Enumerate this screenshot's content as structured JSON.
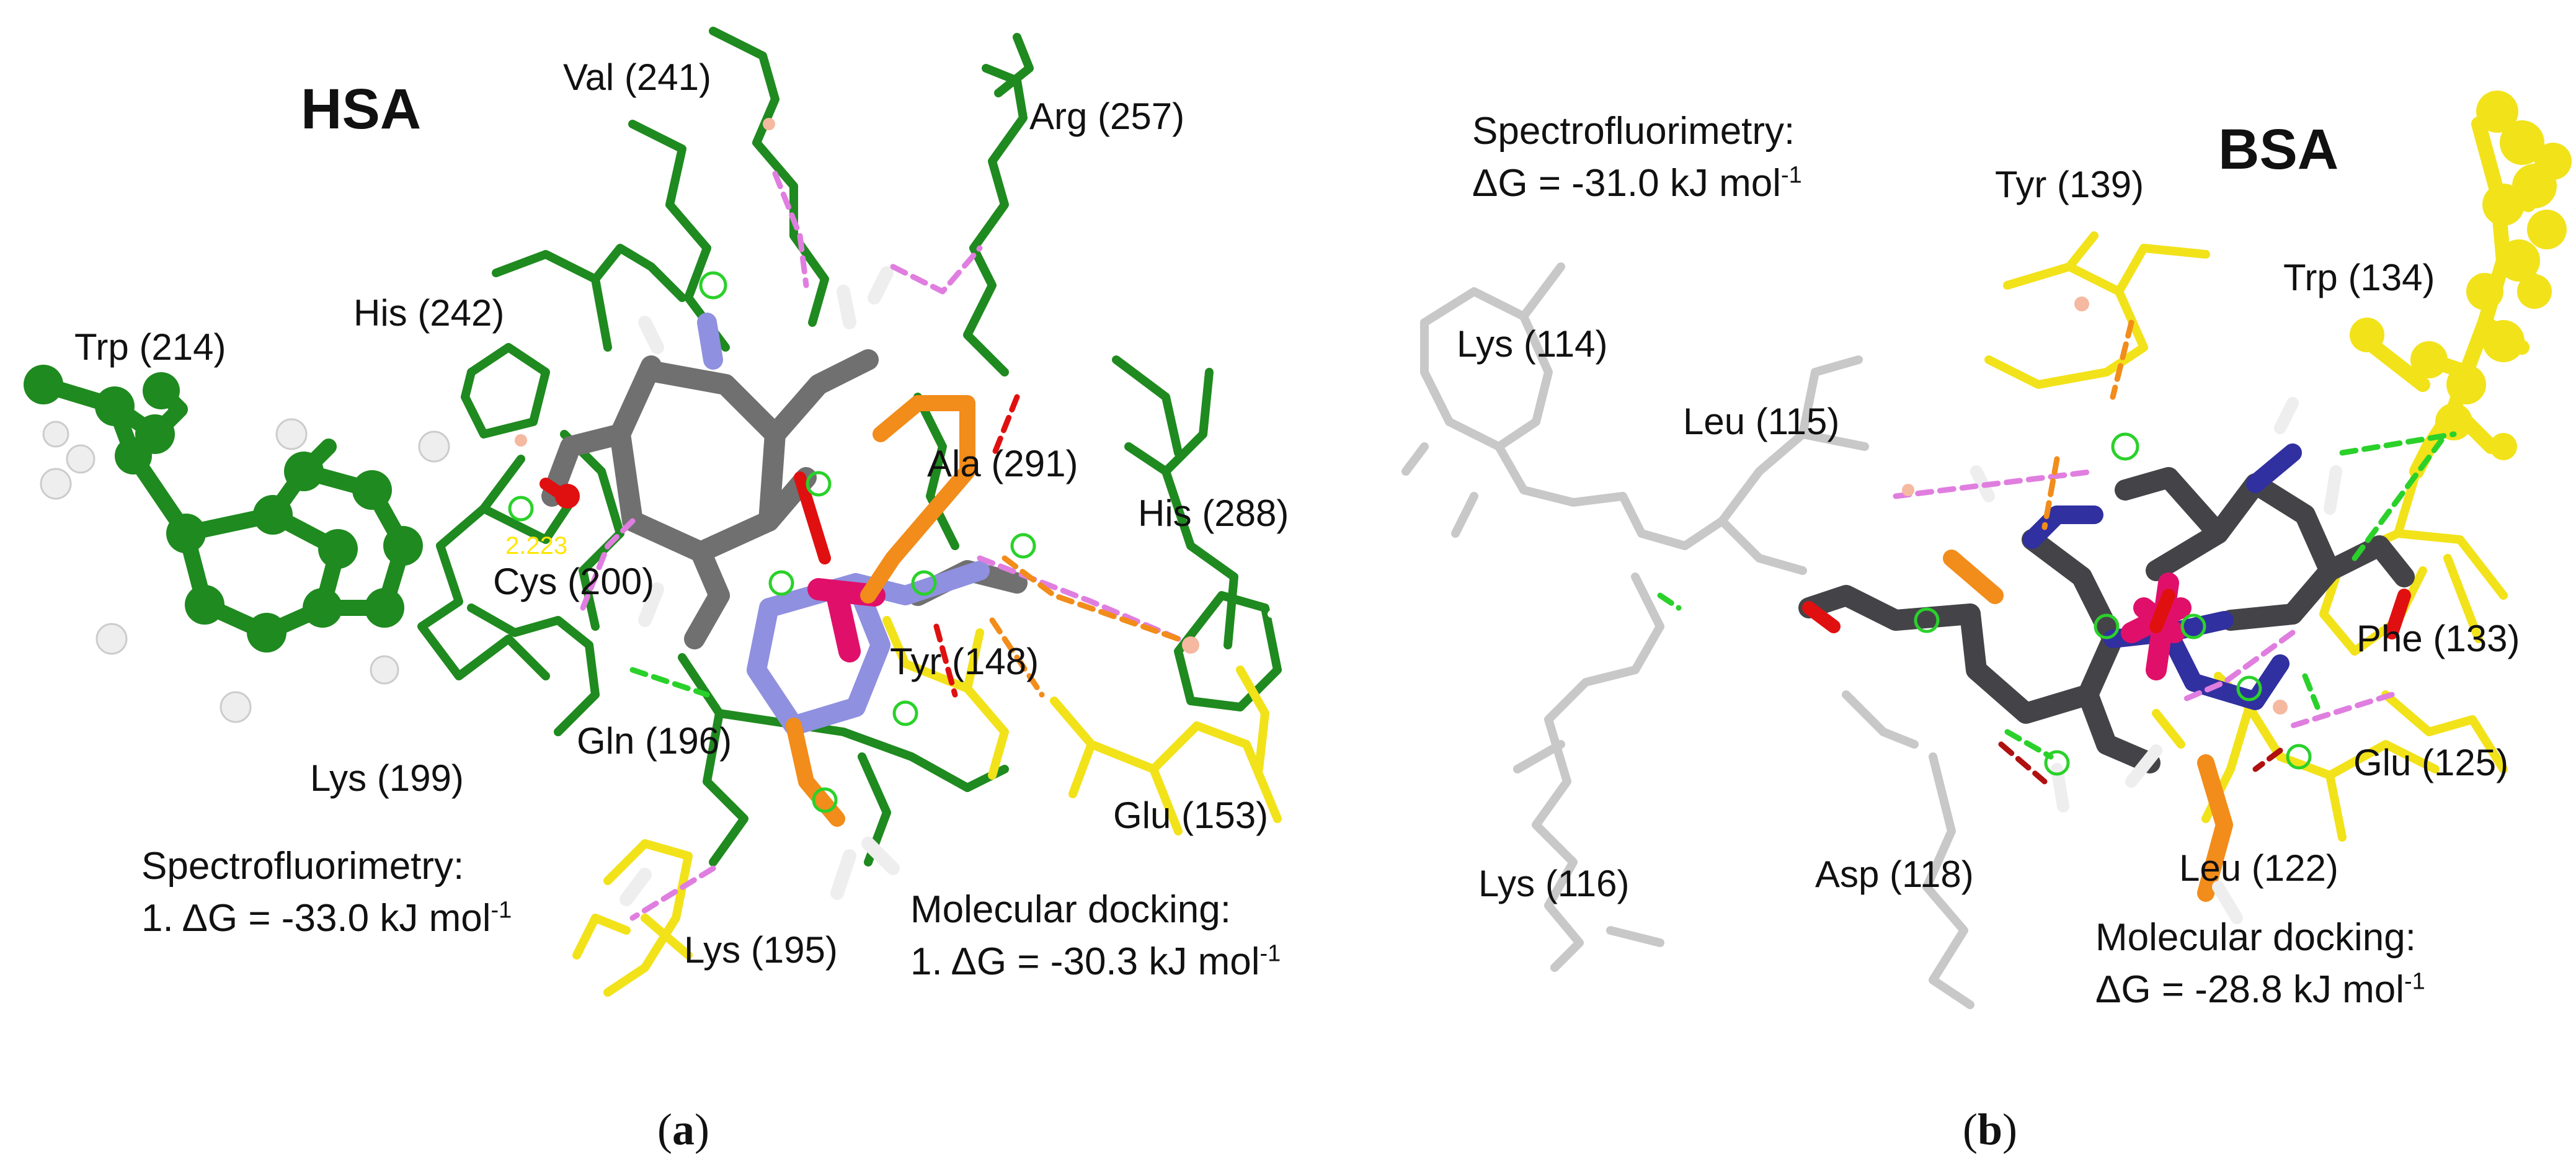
{
  "panels": {
    "a": {
      "title": "HSA",
      "residues": {
        "val241": "Val (241)",
        "arg257": "Arg (257)",
        "his242": "His (242)",
        "trp214": "Trp (214)",
        "ala291": "Ala (291)",
        "his288": "His (288)",
        "cys200": "Cys (200)",
        "tyr148": "Tyr (148)",
        "gln196": "Gln (196)",
        "lys199": "Lys (199)",
        "glu153": "Glu (153)",
        "lys195": "Lys (195)"
      },
      "distance_label": "2.223",
      "spectro_title": "Spectrofluorimetry:",
      "spectro_value": "1. ΔG = -33.0 kJ mol",
      "spectro_sup": "-1",
      "docking_title": "Molecular docking:",
      "docking_value": "1. ΔG = -30.3 kJ mol",
      "docking_sup": "-1",
      "caption_open": "(",
      "caption_letter": "a",
      "caption_close": ")"
    },
    "b": {
      "title": "BSA",
      "residues": {
        "tyr139": "Tyr (139)",
        "trp134": "Trp (134)",
        "lys114": "Lys (114)",
        "leu115": "Leu (115)",
        "phe133": "Phe (133)",
        "glu125": "Glu (125)",
        "lys116": "Lys (116)",
        "asp118": "Asp (118)",
        "leu122": "Leu (122)"
      },
      "spectro_title": "Spectrofluorimetry:",
      "spectro_value": "ΔG = -31.0 kJ mol",
      "spectro_sup": "-1",
      "docking_title": "Molecular docking:",
      "docking_value": "ΔG = -28.8 kJ mol",
      "docking_sup": "-1",
      "caption_open": "(",
      "caption_letter": "b",
      "caption_close": ")"
    }
  },
  "colors": {
    "hsa_residue": "#1f8a1f",
    "bsa_residue_yellow": "#f2e21a",
    "bsa_residue_grey": "#c8c8c8",
    "ligand_carbon": "#707070",
    "ligand_nitrogen": "#8f90e0",
    "metal": "#e0106a",
    "oxygen": "#e01010",
    "sulfur": "#f28c1a",
    "hydrogen": "#ededed",
    "pi_interaction": "#e07ee0",
    "h_bond": "#2ad12a"
  }
}
